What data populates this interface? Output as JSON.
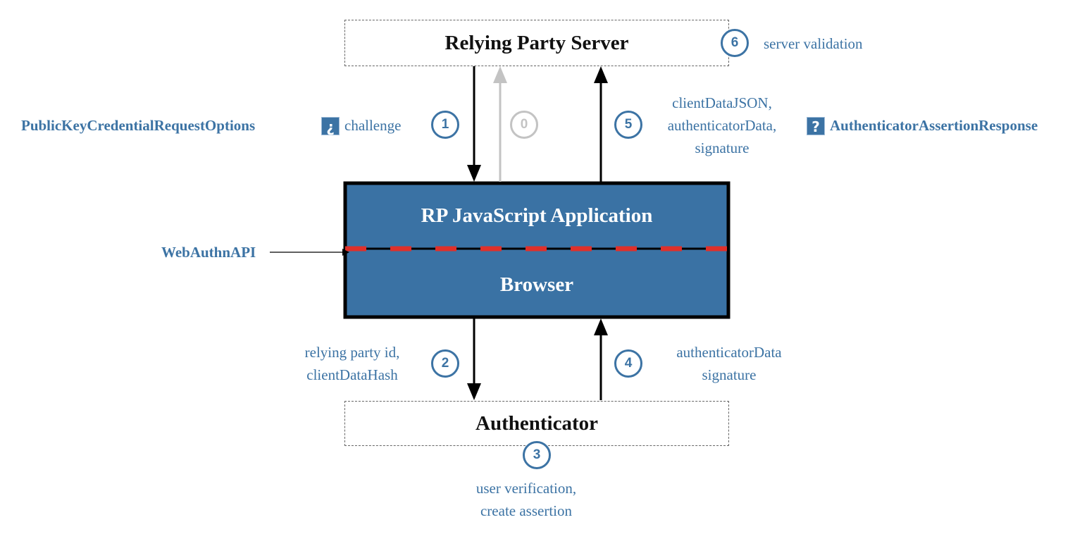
{
  "nodes": {
    "relying_party_server": "Relying Party Server",
    "rp_app": "RP JavaScript Application",
    "browser": "Browser",
    "authenticator": "Authenticator"
  },
  "steps": [
    {
      "number": "0",
      "state": "inactive"
    },
    {
      "number": "1",
      "state": "active"
    },
    {
      "number": "2",
      "state": "active"
    },
    {
      "number": "3",
      "state": "active"
    },
    {
      "number": "4",
      "state": "active"
    },
    {
      "number": "5",
      "state": "active"
    },
    {
      "number": "6",
      "state": "active"
    }
  ],
  "labels": {
    "request_options": "PublicKeyCredentialRequestOptions",
    "challenge": "challenge",
    "step5_lines": [
      "clientDataJSON,",
      "authenticatorData,",
      "signature"
    ],
    "assertion_response": "AuthenticatorAssertionResponse",
    "webauthn_api": "WebAuthnAPI",
    "step2_lines": [
      "relying party id,",
      "clientDataHash"
    ],
    "step4_lines": [
      "authenticatorData",
      "signature"
    ],
    "step3_lines": [
      "user verification,",
      "create assertion"
    ],
    "server_validation": "server validation"
  },
  "icons": {
    "challenge_icon": {
      "name": "inverted-question-icon",
      "glyph": "¿"
    },
    "response_icon": {
      "name": "question-icon",
      "glyph": "?"
    }
  },
  "colors": {
    "accent": "#3c73a4",
    "box_fill": "#3a72a4",
    "api_boundary": "#e0302a",
    "inactive": "#c3c3c3",
    "arrow": "#000000"
  }
}
